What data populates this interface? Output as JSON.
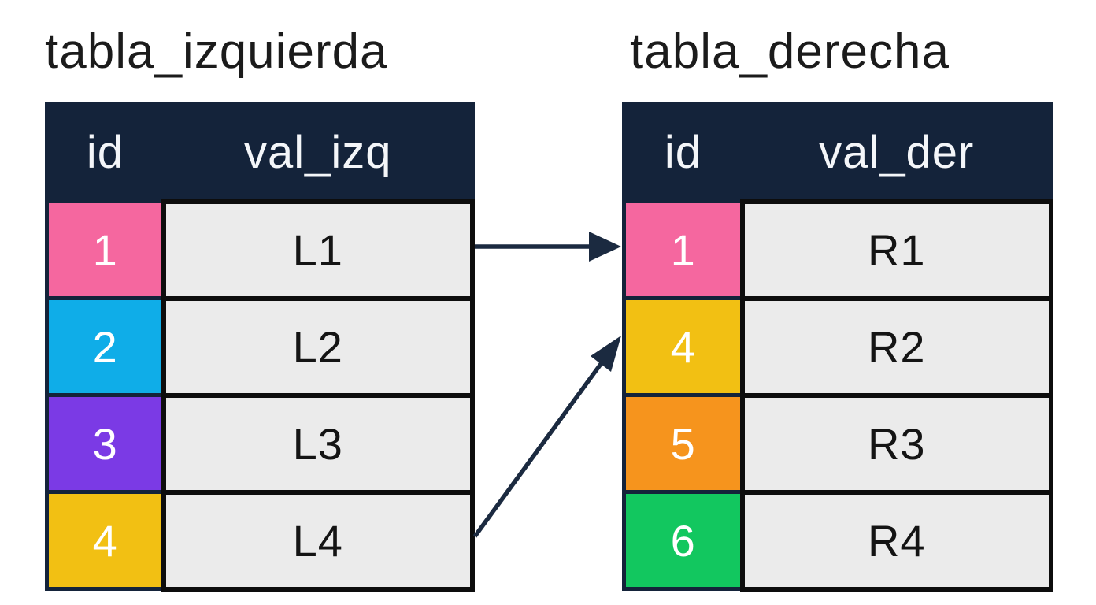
{
  "left_table": {
    "title": "tabla_izquierda",
    "columns": [
      "id",
      "val_izq"
    ],
    "rows": [
      {
        "id": "1",
        "value": "L1",
        "id_color": "#f5679f"
      },
      {
        "id": "2",
        "value": "L2",
        "id_color": "#0fade8"
      },
      {
        "id": "3",
        "value": "L3",
        "id_color": "#7b3ae5"
      },
      {
        "id": "4",
        "value": "L4",
        "id_color": "#f2c013"
      }
    ]
  },
  "right_table": {
    "title": "tabla_derecha",
    "columns": [
      "id",
      "val_der"
    ],
    "rows": [
      {
        "id": "1",
        "value": "R1",
        "id_color": "#f5679f"
      },
      {
        "id": "4",
        "value": "R2",
        "id_color": "#f2c013"
      },
      {
        "id": "5",
        "value": "R3",
        "id_color": "#f6941d"
      },
      {
        "id": "6",
        "value": "R4",
        "id_color": "#12c75f"
      }
    ]
  },
  "joins": [
    {
      "left_id": "1",
      "right_id": "1"
    },
    {
      "left_id": "4",
      "right_id": "4"
    }
  ],
  "colors": {
    "page_bg": "#ffffff",
    "header_bg": "#14233a",
    "header_text": "#f4f6f9",
    "cell_bg": "#ebebeb",
    "cell_text": "#141414",
    "id_text": "#ffffff",
    "id_border": "#14233a",
    "value_border": "#0d0d0d",
    "arrow": "#1b2a40",
    "title_text": "#1b1b1b"
  }
}
